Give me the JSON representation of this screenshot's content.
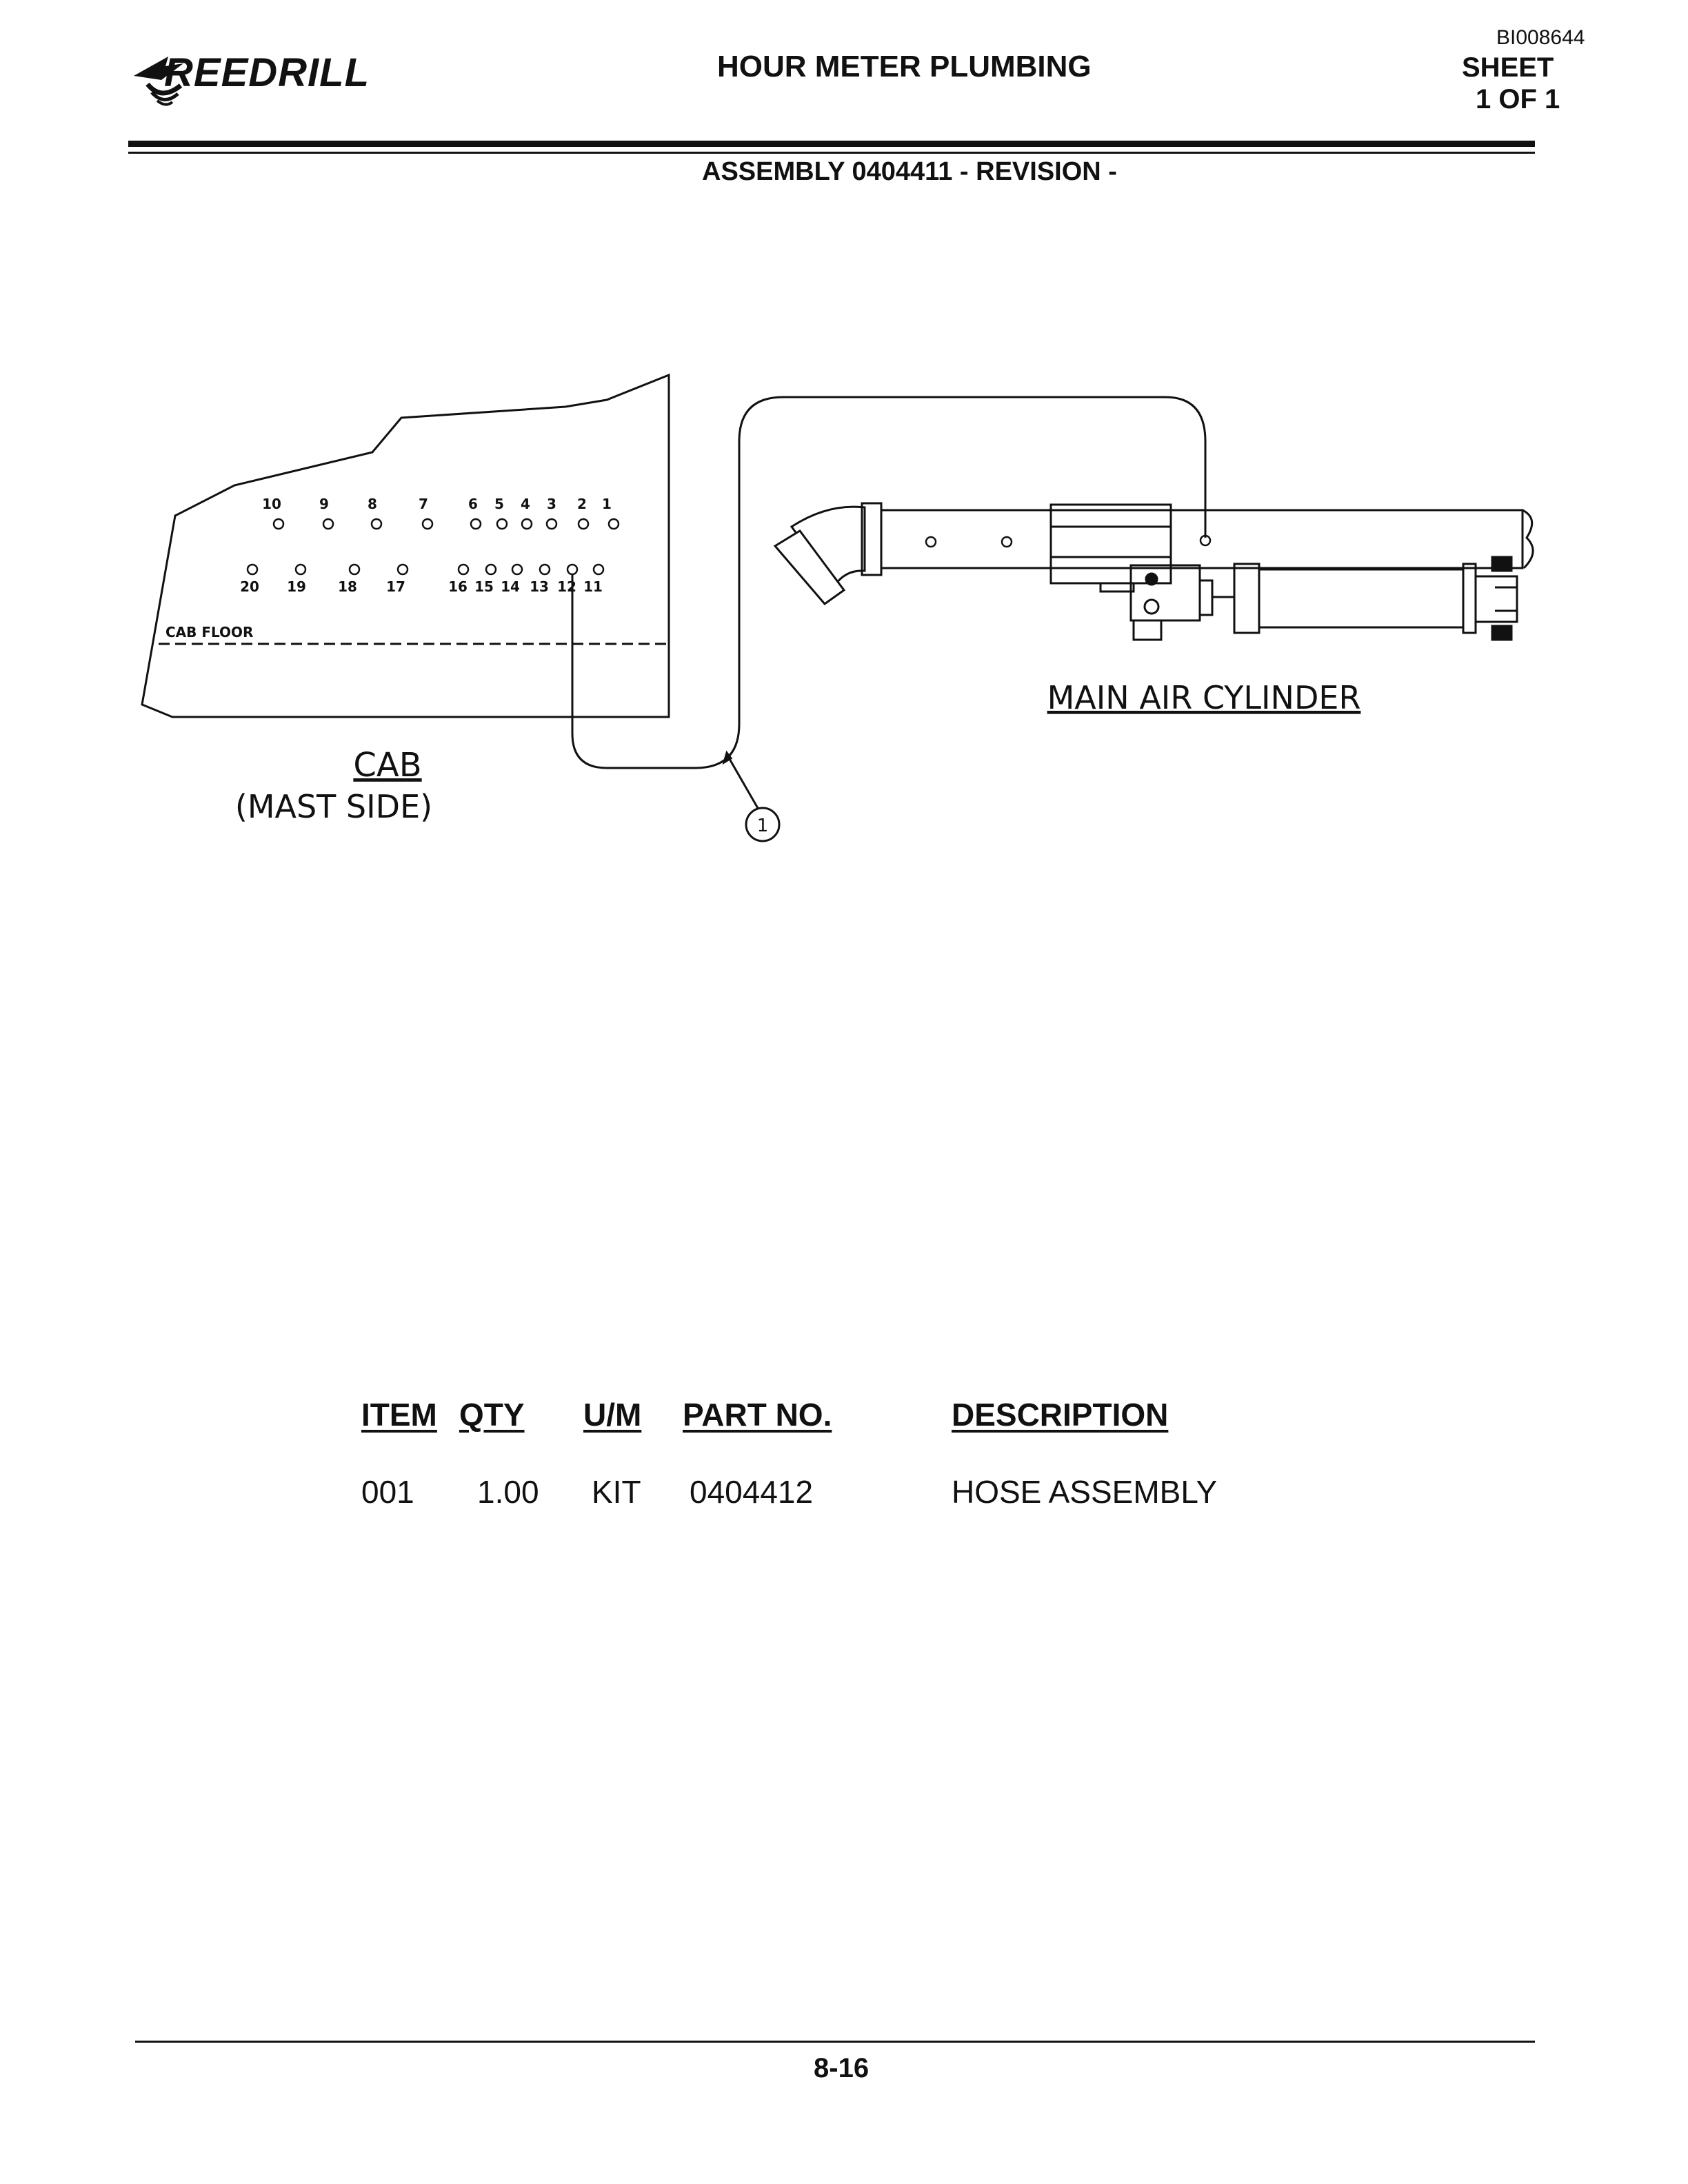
{
  "header": {
    "logo_text": "REEDRILL",
    "title": "HOUR METER PLUMBING",
    "doc_id": "BI008644",
    "sheet_label": "SHEET",
    "sheet_count": "1 OF 1",
    "assembly": "ASSEMBLY 0404411 - REVISION -"
  },
  "drawing": {
    "cab_label": "CAB",
    "cab_sublabel": "(MAST SIDE)",
    "cab_floor_label": "CAB FLOOR",
    "cylinder_label": "MAIN AIR CYLINDER",
    "callout": "1",
    "top_row_ports": [
      "10",
      "9",
      "8",
      "7",
      "6",
      "5",
      "4",
      "3",
      "2",
      "1"
    ],
    "bottom_row_ports": [
      "20",
      "19",
      "18",
      "17",
      "16",
      "15",
      "14",
      "13",
      "12",
      "11"
    ]
  },
  "parts_table": {
    "headers": {
      "item": "ITEM",
      "qty": "QTY",
      "um": "U/M",
      "part_no": "PART NO.",
      "description": "DESCRIPTION"
    },
    "rows": [
      {
        "item": "001",
        "qty": "1.00",
        "um": "KIT",
        "part_no": "0404412",
        "description": "HOSE ASSEMBLY"
      }
    ]
  },
  "footer": {
    "page_number": "8-16"
  }
}
